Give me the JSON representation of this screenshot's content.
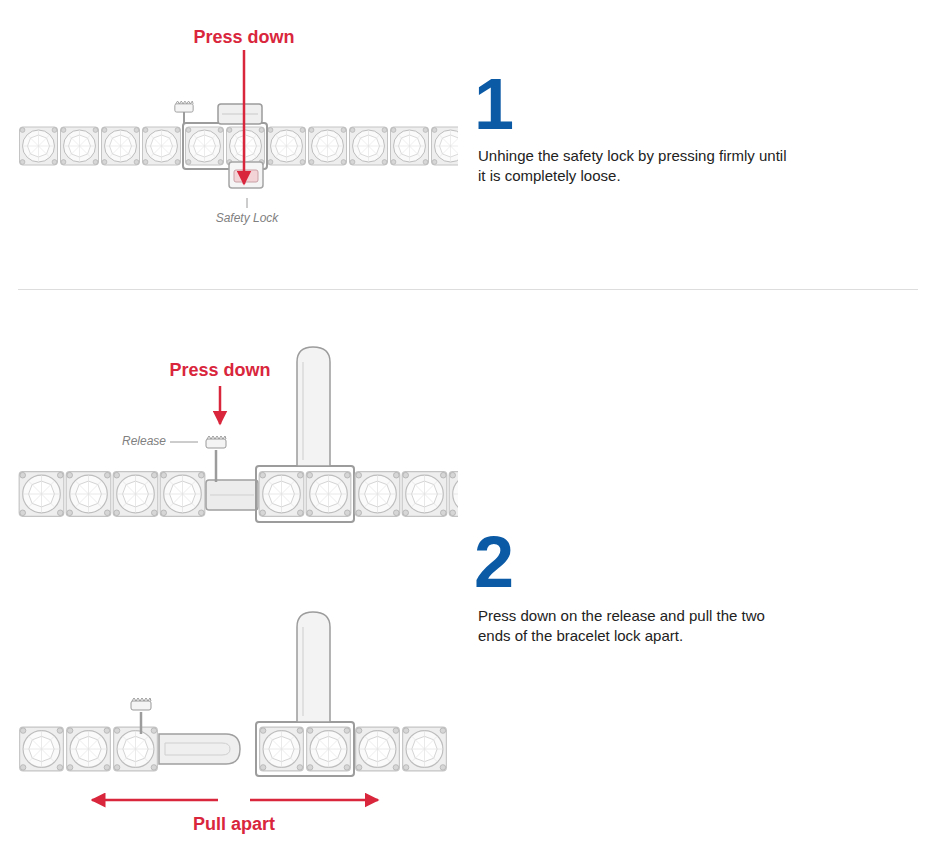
{
  "diagram": {
    "labels": [
      "Press down",
      "Safety Lock",
      "1",
      "Unhinge the safety lock by pressing firmly until it is completely loose.",
      "Press down",
      "Release",
      "2",
      "Press down on the release and pull the two ends of the bracelet lock apart.",
      "Pull apart"
    ]
  }
}
